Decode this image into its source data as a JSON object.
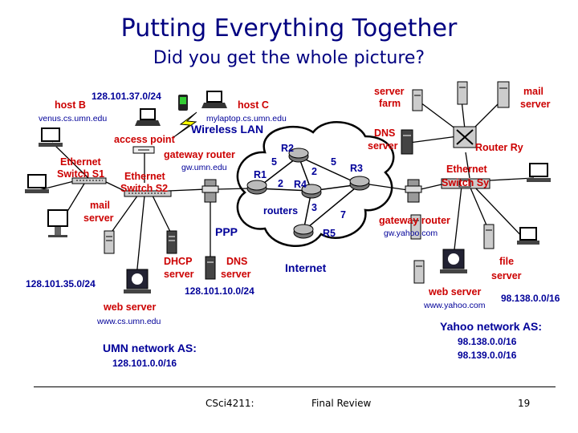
{
  "slide": {
    "title": "Putting Everything Together",
    "subtitle": "Did you get the whole picture?"
  },
  "diagram": {
    "labels": {
      "net_128_101_37": "128.101.37.0/24",
      "host_b": "host B",
      "host_b_name": "venus.cs.umn.edu",
      "host_c": "host C",
      "host_c_name": "mylaptop.cs.umn.edu",
      "wireless_lan": "Wireless LAN",
      "access_point": "access point",
      "eth_switch_s1": [
        "Ethernet",
        "Switch S1"
      ],
      "eth_switch_s2": [
        "Ethernet",
        "Switch S2"
      ],
      "gateway_router_umn": "gateway  router",
      "gw_umn": "gw.umn.edu",
      "mail_server_left": [
        "mail",
        "server"
      ],
      "ppp": "PPP",
      "dhcp_server": [
        "DHCP",
        "server"
      ],
      "dns_server_left": [
        "DNS",
        "server"
      ],
      "net_128_101_35": "128.101.35.0/24",
      "net_128_101_10": "128.101.10.0/24",
      "web_server_umn": "web server",
      "web_server_umn_name": "www.cs.umn.edu",
      "umn_as_title": "UMN network AS:",
      "umn_as_net": "128.101.0.0/16",
      "internet": "Internet",
      "routers": "routers",
      "router_r1": "R1",
      "router_r2": "R2",
      "router_r3": "R3",
      "router_r4": "R4",
      "router_r5": "R5",
      "link_costs": [
        "5",
        "5",
        "2",
        "2",
        "3",
        "7"
      ],
      "server_farm": [
        "server",
        "farm"
      ],
      "mail_server_right": [
        "mail",
        "server"
      ],
      "dns_server_right": [
        "DNS",
        "server"
      ],
      "router_ry": "Router Ry",
      "eth_switch_sy": [
        "Ethernet",
        "Switch Sy"
      ],
      "gateway_router_yahoo": "gateway  router",
      "gw_yahoo": "gw.yahoo.com",
      "file_server": [
        "file",
        "server"
      ],
      "web_server_yahoo": "web server",
      "web_server_yahoo_name": "www.yahoo.com",
      "net_98_138_a": "98.138.0.0/16",
      "yahoo_as_title": "Yahoo network AS:",
      "yahoo_as_nets": [
        "98.138.0.0/16",
        "98.139.0.0/16"
      ]
    }
  },
  "footer": {
    "course": "CSci4211:",
    "topic": "Final Review",
    "page": "19"
  },
  "colors": {
    "title": "#000080",
    "label_red": "#cc0000",
    "label_blue": "#000099",
    "lightning": "#ffff00"
  }
}
